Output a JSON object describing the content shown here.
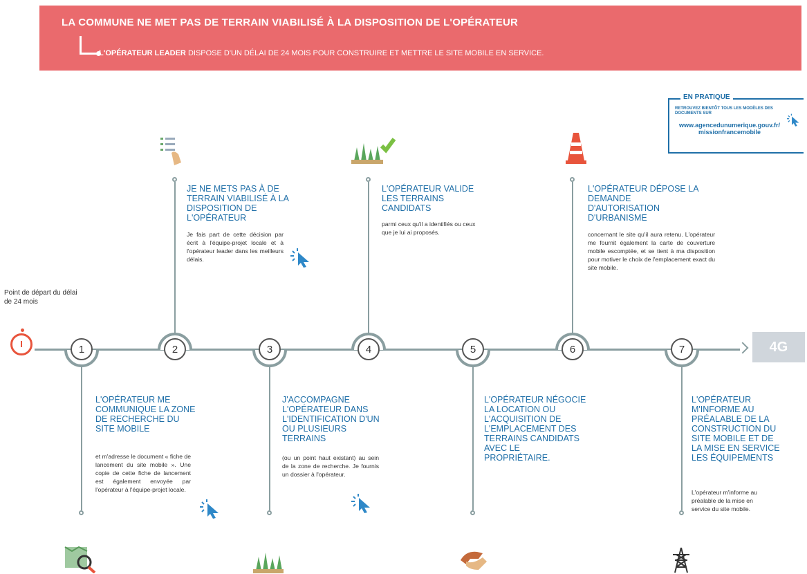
{
  "banner": {
    "title": "LA COMMUNE NE MET PAS DE TERRAIN VIABILISÉ À LA DISPOSITION DE L'OPÉRATEUR",
    "subtitle_bold": "L'OPÉRATEUR LEADER",
    "subtitle_rest": "DISPOSE D'UN DÉLAI DE 24 MOIS POUR CONSTRUIRE ET METTRE LE SITE MOBILE EN SERVICE."
  },
  "practice": {
    "heading": "EN PRATIQUE",
    "text": "RETROUVEZ BIENTÔT TOUS LES MODÈLES DES DOCUMENTS SUR",
    "url": "www.agencedunumerique.gouv.fr/ missionfrancemobile"
  },
  "start": {
    "text": "Point de départ du délai de 24 mois"
  },
  "badge": "4G",
  "steps": [
    {
      "num": "1",
      "title": "L'OPÉRATEUR ME COMMUNIQUE LA ZONE DE RECHERCHE DU SITE MOBILE",
      "body": "et m'adresse le document « fiche de lancement du site mobile ». Une copie de cette fiche de lancement est également envoyée par l'opérateur à l'équipe-projet locale."
    },
    {
      "num": "2",
      "title": "JE NE METS PAS À DE TERRAIN VIABILISÉ À LA DISPOSITION DE L'OPÉRATEUR",
      "body": "Je fais part de cette décision par écrit à l'équipe-projet locale et à l'opérateur leader dans les meilleurs délais."
    },
    {
      "num": "3",
      "title": "J'ACCOMPAGNE L'OPÉRATEUR DANS L'IDENTIFICATION D'UN OU PLUSIEURS TERRAINS",
      "body": "(ou un point haut existant) au sein de la zone de recherche. Je fournis un dossier à l'opérateur."
    },
    {
      "num": "4",
      "title": "L'OPÉRATEUR VALIDE LES TERRAINS CANDIDATS",
      "body": "parmi ceux qu'il a identifiés ou ceux que je lui ai proposés."
    },
    {
      "num": "5",
      "title": "L'OPÉRATEUR NÉGOCIE LA LOCATION OU L'ACQUISITION DE L'EMPLACEMENT DES TERRAINS CANDIDATS AVEC LE PROPRIÉTAIRE.",
      "body": ""
    },
    {
      "num": "6",
      "title": "L'OPÉRATEUR DÉPOSE LA DEMANDE D'AUTORISATION D'URBANISME",
      "body": "concernant le site qu'il aura retenu. L'opérateur me fournit également la carte de couverture mobile escomptée, et se tient à ma disposition pour motiver le choix de l'emplacement exact du site mobile."
    },
    {
      "num": "7",
      "title": "L'OPÉRATEUR M'INFORME AU PRÉALABLE DE LA CONSTRUCTION DU SITE MOBILE ET DE LA MISE EN SERVICE LES ÉQUIPEMENTS",
      "body": "L'opérateur m'informe au préalable de la mise en service du site mobile."
    }
  ],
  "colors": {
    "banner": "#ea6a6d",
    "title_blue": "#1f6fa8",
    "timeline": "#8a9ea0",
    "timer": "#e8543c"
  }
}
